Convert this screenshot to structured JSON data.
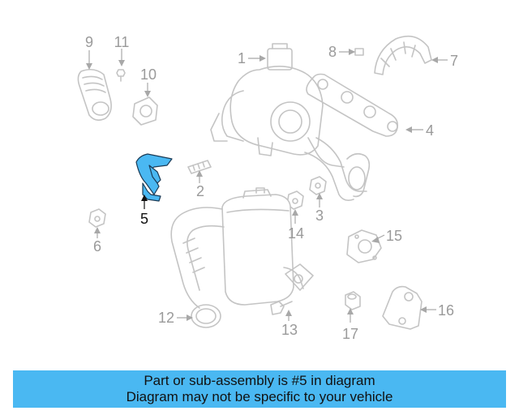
{
  "diagram": {
    "highlight_color": "#4ab8f2",
    "highlighted_part": "5",
    "callouts": [
      {
        "id": "1",
        "label": "1"
      },
      {
        "id": "2",
        "label": "2"
      },
      {
        "id": "3",
        "label": "3"
      },
      {
        "id": "4",
        "label": "4"
      },
      {
        "id": "5",
        "label": "5"
      },
      {
        "id": "6",
        "label": "6"
      },
      {
        "id": "7",
        "label": "7"
      },
      {
        "id": "8",
        "label": "8"
      },
      {
        "id": "9",
        "label": "9"
      },
      {
        "id": "10",
        "label": "10"
      },
      {
        "id": "11",
        "label": "11"
      },
      {
        "id": "12",
        "label": "12"
      },
      {
        "id": "13",
        "label": "13"
      },
      {
        "id": "14",
        "label": "14"
      },
      {
        "id": "15",
        "label": "15"
      },
      {
        "id": "16",
        "label": "16"
      },
      {
        "id": "17",
        "label": "17"
      }
    ]
  },
  "banner": {
    "line1": "Part or sub-assembly is #5 in diagram",
    "line2": "Diagram may not be specific to your vehicle"
  }
}
